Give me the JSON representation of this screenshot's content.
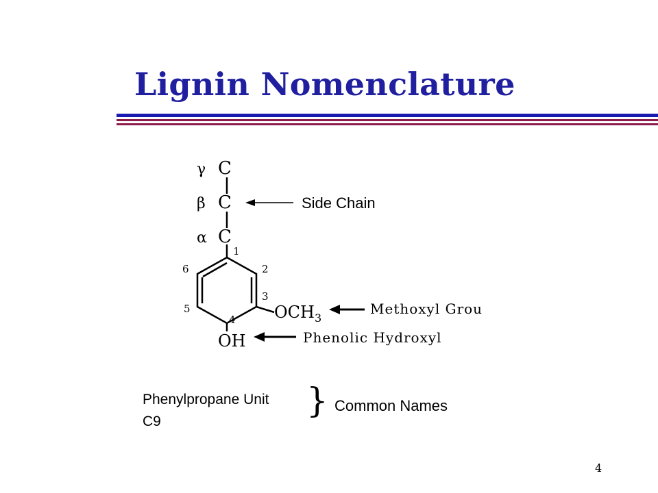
{
  "slide": {
    "title": "Lignin Nomenclature",
    "page_number": "4"
  },
  "structure": {
    "greek_labels": [
      "γ",
      "β",
      "α"
    ],
    "chain_atoms": [
      "C",
      "C",
      "C"
    ],
    "ring_positions": [
      "1",
      "2",
      "3",
      "4",
      "5",
      "6"
    ],
    "substituent_och3": "OCH",
    "substituent_och3_sub": "3",
    "substituent_oh": "OH"
  },
  "annotations": {
    "side_chain": "Side Chain",
    "methoxyl": "Methoxyl Grou",
    "phenolic": "Phenolic Hydroxyl"
  },
  "footer": {
    "unit_name": "Phenylpropane Unit",
    "unit_formula": "C9",
    "brace": "}",
    "common_names": "Common Names"
  }
}
